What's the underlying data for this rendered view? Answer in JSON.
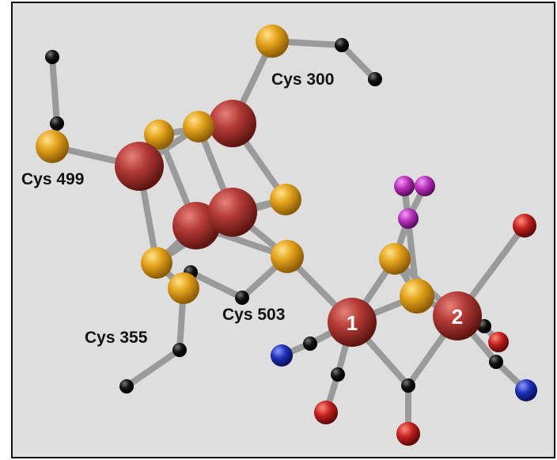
{
  "labels": {
    "cys300": "Cys 300",
    "cys499": "Cys 499",
    "cys503": "Cys 503",
    "cys355": "Cys 355",
    "fe1": "1",
    "fe2": "2"
  },
  "colors": {
    "background": "#dedede",
    "bond": "#9a9a9a",
    "iron": "#b33a36",
    "sulfur": "#e3a21b",
    "carbon": "#111111",
    "nitrogen": "#1c2fb4",
    "oxygen": "#c01e1e",
    "phosphorus": "#b530b8"
  }
}
